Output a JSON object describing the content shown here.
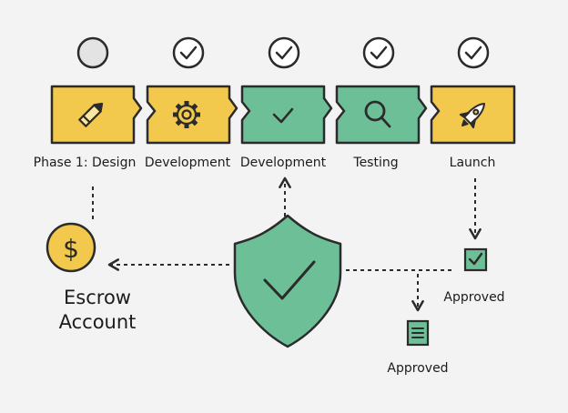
{
  "phases": [
    {
      "label": "Phase 1: Design",
      "status": "pending",
      "icon": "pencil-icon",
      "color": "#f2c94c"
    },
    {
      "label": "Development",
      "status": "done",
      "icon": "gear-icon",
      "color": "#f2c94c"
    },
    {
      "label": "Development",
      "status": "done",
      "icon": "check-icon",
      "color": "#6dbf97"
    },
    {
      "label": "Testing",
      "status": "done",
      "icon": "magnifier-icon",
      "color": "#6dbf97"
    },
    {
      "label": "Launch",
      "status": "done",
      "icon": "rocket-icon",
      "color": "#f2c94c"
    }
  ],
  "escrow": {
    "line1": "Escrow",
    "line2": "Account",
    "icon": "dollar-coin-icon",
    "color": "#f2c94c"
  },
  "shield": {
    "icon": "shield-check-icon",
    "color": "#6dbf97"
  },
  "approvals": [
    {
      "label": "Approved",
      "icon": "checkbox-icon",
      "color": "#6dbf97"
    },
    {
      "label": "Approved",
      "icon": "document-icon",
      "color": "#6dbf97"
    }
  ],
  "colors": {
    "yellow": "#f2c94c",
    "green": "#6dbf97",
    "outline": "#2b2b2b",
    "pending_circle": "#e3e3e3",
    "background": "#f3f3f3"
  }
}
